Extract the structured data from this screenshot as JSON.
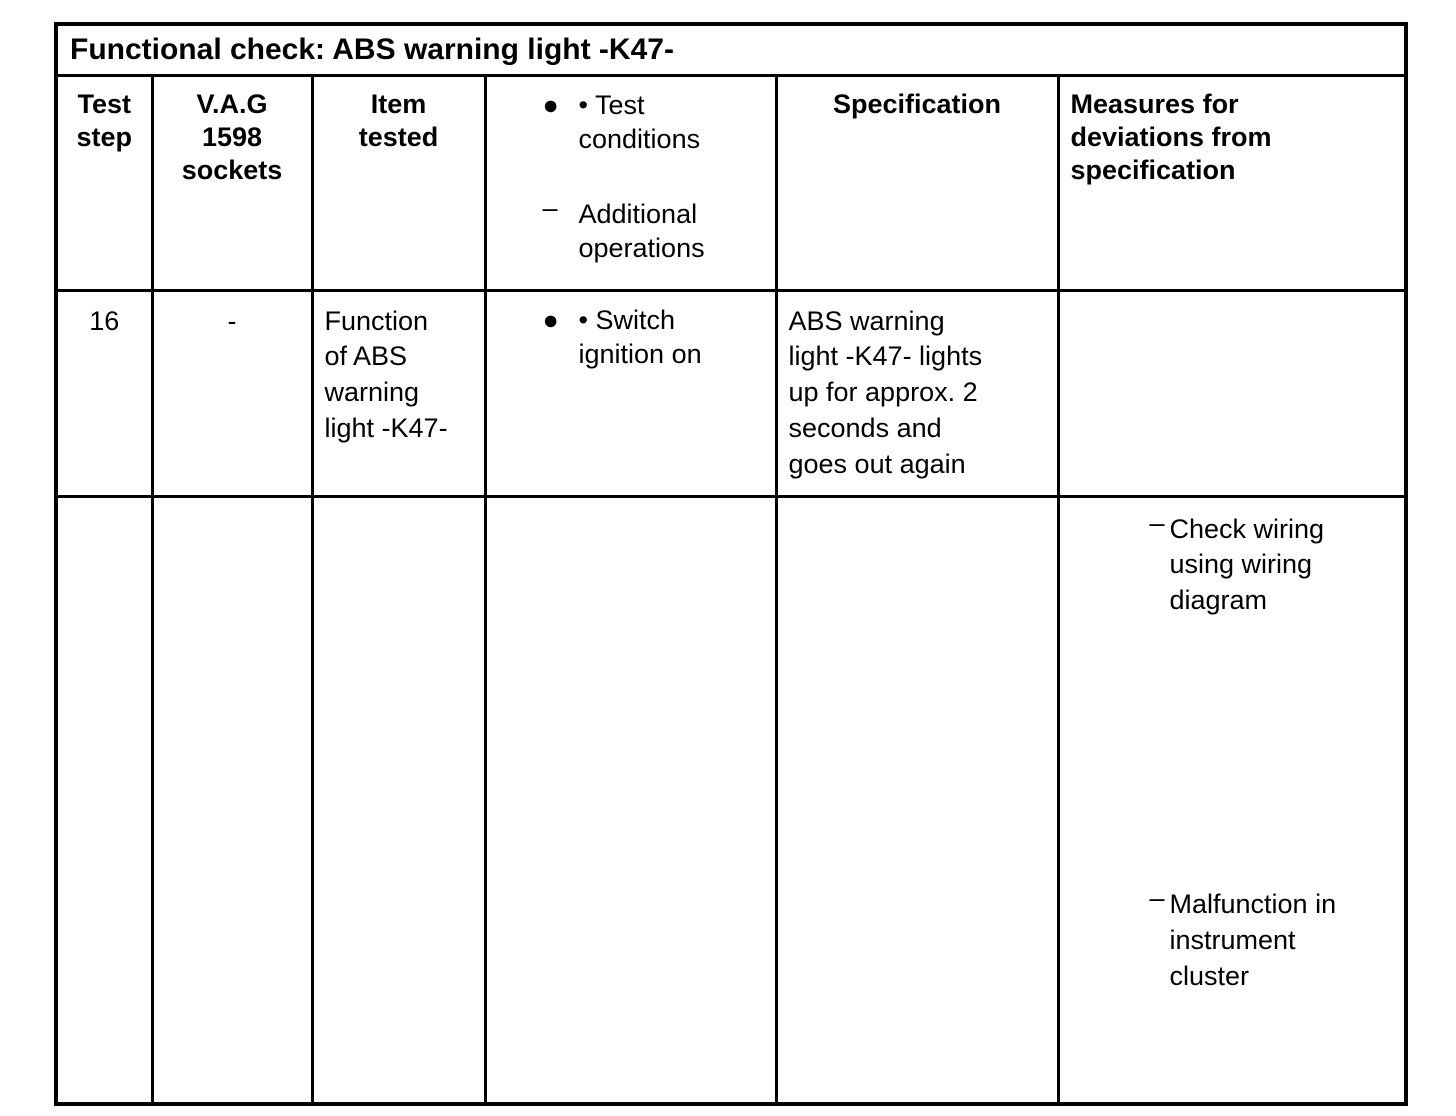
{
  "document": {
    "title": "Functional check: ABS warning light -K47-"
  },
  "table": {
    "columns": [
      {
        "id": "test-step",
        "header_lines": [
          "Test",
          "step"
        ]
      },
      {
        "id": "vag-sockets",
        "header_lines": [
          "V.A.G",
          "1598",
          "sockets"
        ]
      },
      {
        "id": "item-tested",
        "header_lines": [
          "Item",
          "tested"
        ]
      },
      {
        "id": "test-conditions",
        "header_lines": []
      },
      {
        "id": "specification",
        "header_lines": [
          "Specification"
        ]
      },
      {
        "id": "measures",
        "header_lines": [
          "Measures for",
          "deviations from",
          "specification"
        ]
      }
    ],
    "header": {
      "test_step": "Test step",
      "test_step_l1": "Test",
      "test_step_l2": "step",
      "vag_l1": "V.A.G",
      "vag_l2": "1598",
      "vag_l3": "sockets",
      "item_l1": "Item",
      "item_l2": "tested",
      "conditions_bullet_label_l1": "• Test",
      "conditions_bullet_label_l2": "conditions",
      "conditions_dash_label_l1": "Additional",
      "conditions_dash_label_l2": "operations",
      "specification": "Specification",
      "measures_l1": "Measures for",
      "measures_l2": "deviations from",
      "measures_l3": "specification",
      "lead_dot": "●",
      "lead_dash": "–"
    },
    "rows": [
      {
        "test_step": "16",
        "vag_sockets": "-",
        "item_tested_lines": [
          "Function",
          "of ABS",
          "warning",
          "light -K47-"
        ],
        "item_l1": "Function",
        "item_l2": "of ABS",
        "item_l3": "warning",
        "item_l4": "light -K47-",
        "test_conditions_l1": "• Switch",
        "test_conditions_l2": "ignition on",
        "specification_l1": "ABS warning",
        "specification_l2": "light -K47- lights",
        "specification_l3": "up for approx. 2",
        "specification_l4": "seconds and",
        "specification_l5": "goes out again",
        "measures": ""
      },
      {
        "test_step": "",
        "vag_sockets": "",
        "item_tested": "",
        "test_conditions": "",
        "specification": "",
        "measures_item1_l1": "Check wiring",
        "measures_item1_l2": "using wiring",
        "measures_item1_l3": "diagram",
        "measures_item2_l1": "Malfunction in",
        "measures_item2_l2": "instrument",
        "measures_item2_l3": "cluster"
      }
    ]
  },
  "style": {
    "border_color": "#000000",
    "text_color": "#000000",
    "background": "#ffffff"
  }
}
